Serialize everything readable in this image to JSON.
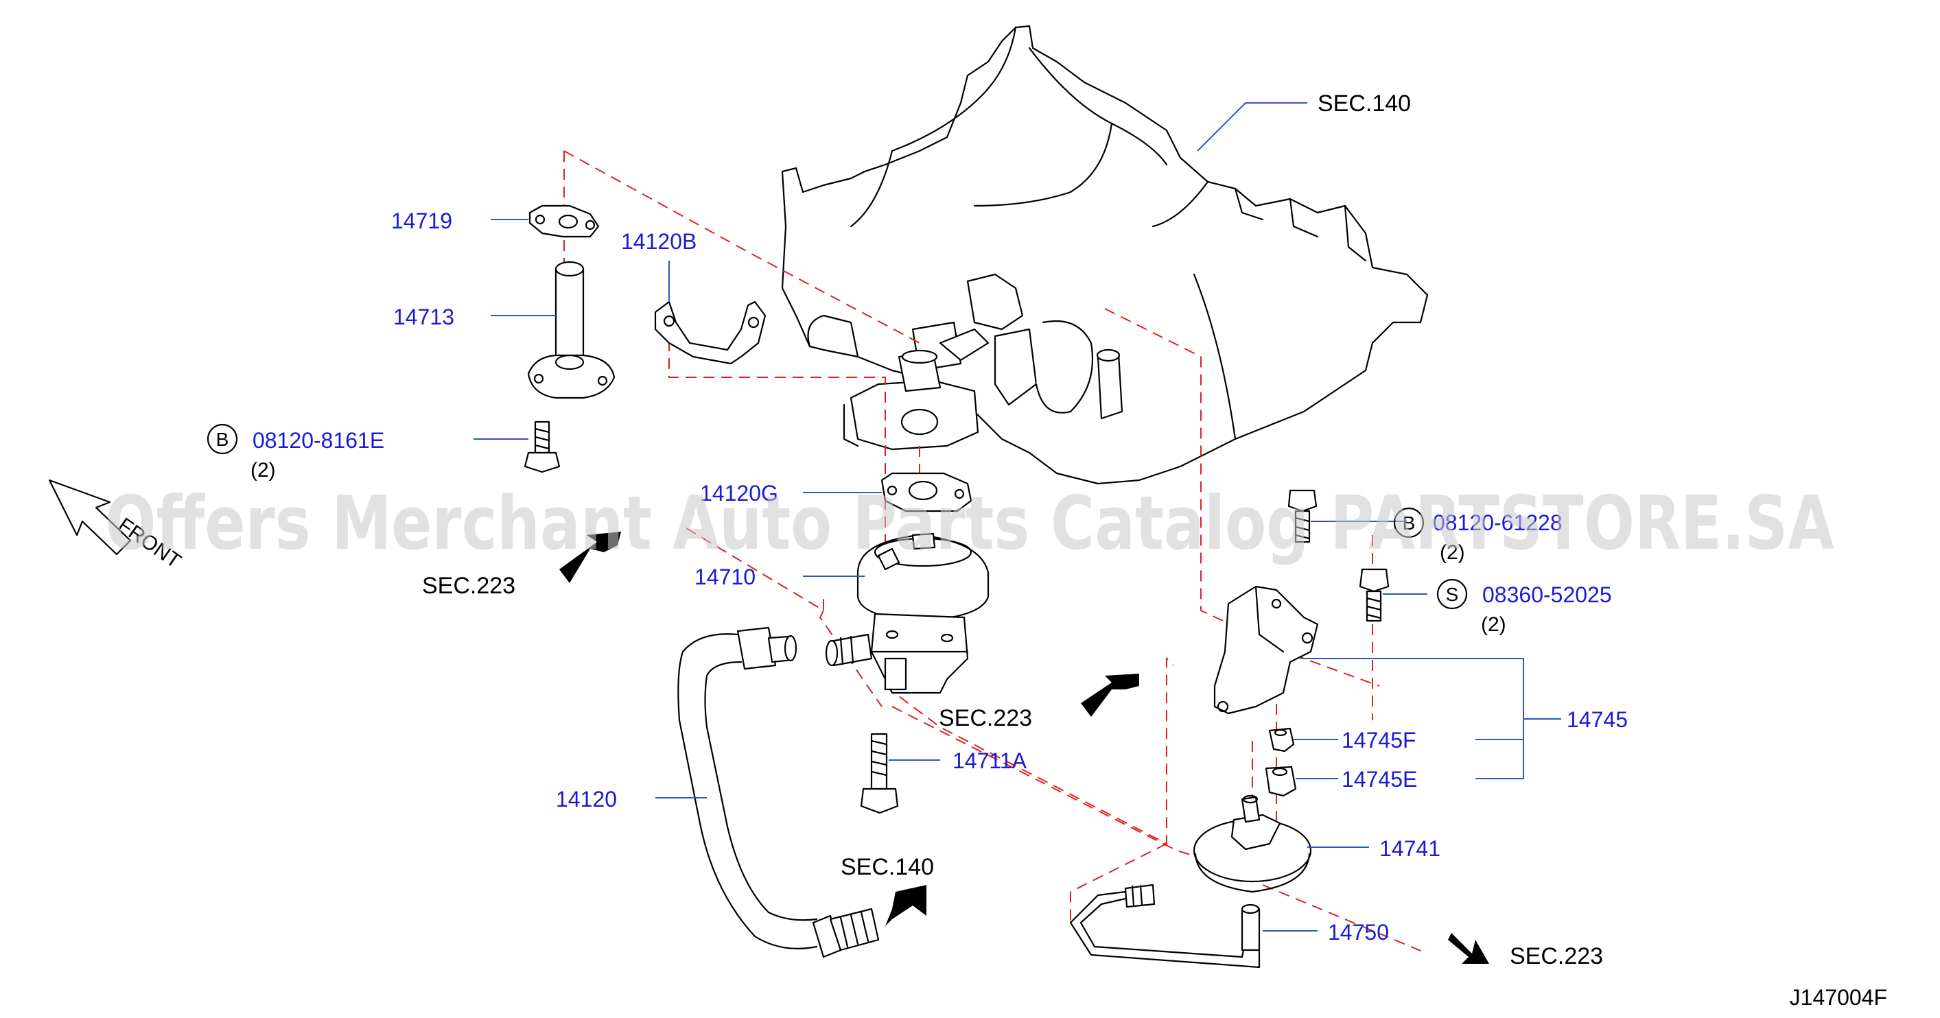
{
  "diagram": {
    "parts": [
      {
        "id": "14719",
        "label": "14719"
      },
      {
        "id": "14713",
        "label": "14713"
      },
      {
        "id": "14120B",
        "label": "14120B"
      },
      {
        "id": "08120-8161E",
        "label": "08120-8161E",
        "callout": "B",
        "qty": "(2)"
      },
      {
        "id": "14120G",
        "label": "14120G"
      },
      {
        "id": "14710",
        "label": "14710"
      },
      {
        "id": "14711A",
        "label": "14711A"
      },
      {
        "id": "14120",
        "label": "14120"
      },
      {
        "id": "08120-61228",
        "label": "08120-61228",
        "callout": "B",
        "qty": "(2)"
      },
      {
        "id": "08360-52025",
        "label": "08360-52025",
        "callout": "S",
        "qty": "(2)"
      },
      {
        "id": "14745",
        "label": "14745"
      },
      {
        "id": "14745F",
        "label": "14745F"
      },
      {
        "id": "14745E",
        "label": "14745E"
      },
      {
        "id": "14741",
        "label": "14741"
      },
      {
        "id": "14750",
        "label": "14750"
      }
    ],
    "section_refs": [
      {
        "id": "sec-140-top",
        "label": "SEC.140"
      },
      {
        "id": "sec-223-left",
        "label": "SEC.223"
      },
      {
        "id": "sec-223-mid",
        "label": "SEC.223"
      },
      {
        "id": "sec-140-bottom",
        "label": "SEC.140"
      },
      {
        "id": "sec-223-right",
        "label": "SEC.223"
      }
    ],
    "front_label": "FRONT",
    "drawing_number": "J147004F",
    "watermark": "Offers Merchant Auto Parts Catalog PARTSTORE.SA",
    "colors": {
      "part_label": "#1a1ad6",
      "leader": "#2f57b8",
      "dashed_guide": "#e02020",
      "watermark": "#c8c8c8"
    }
  }
}
